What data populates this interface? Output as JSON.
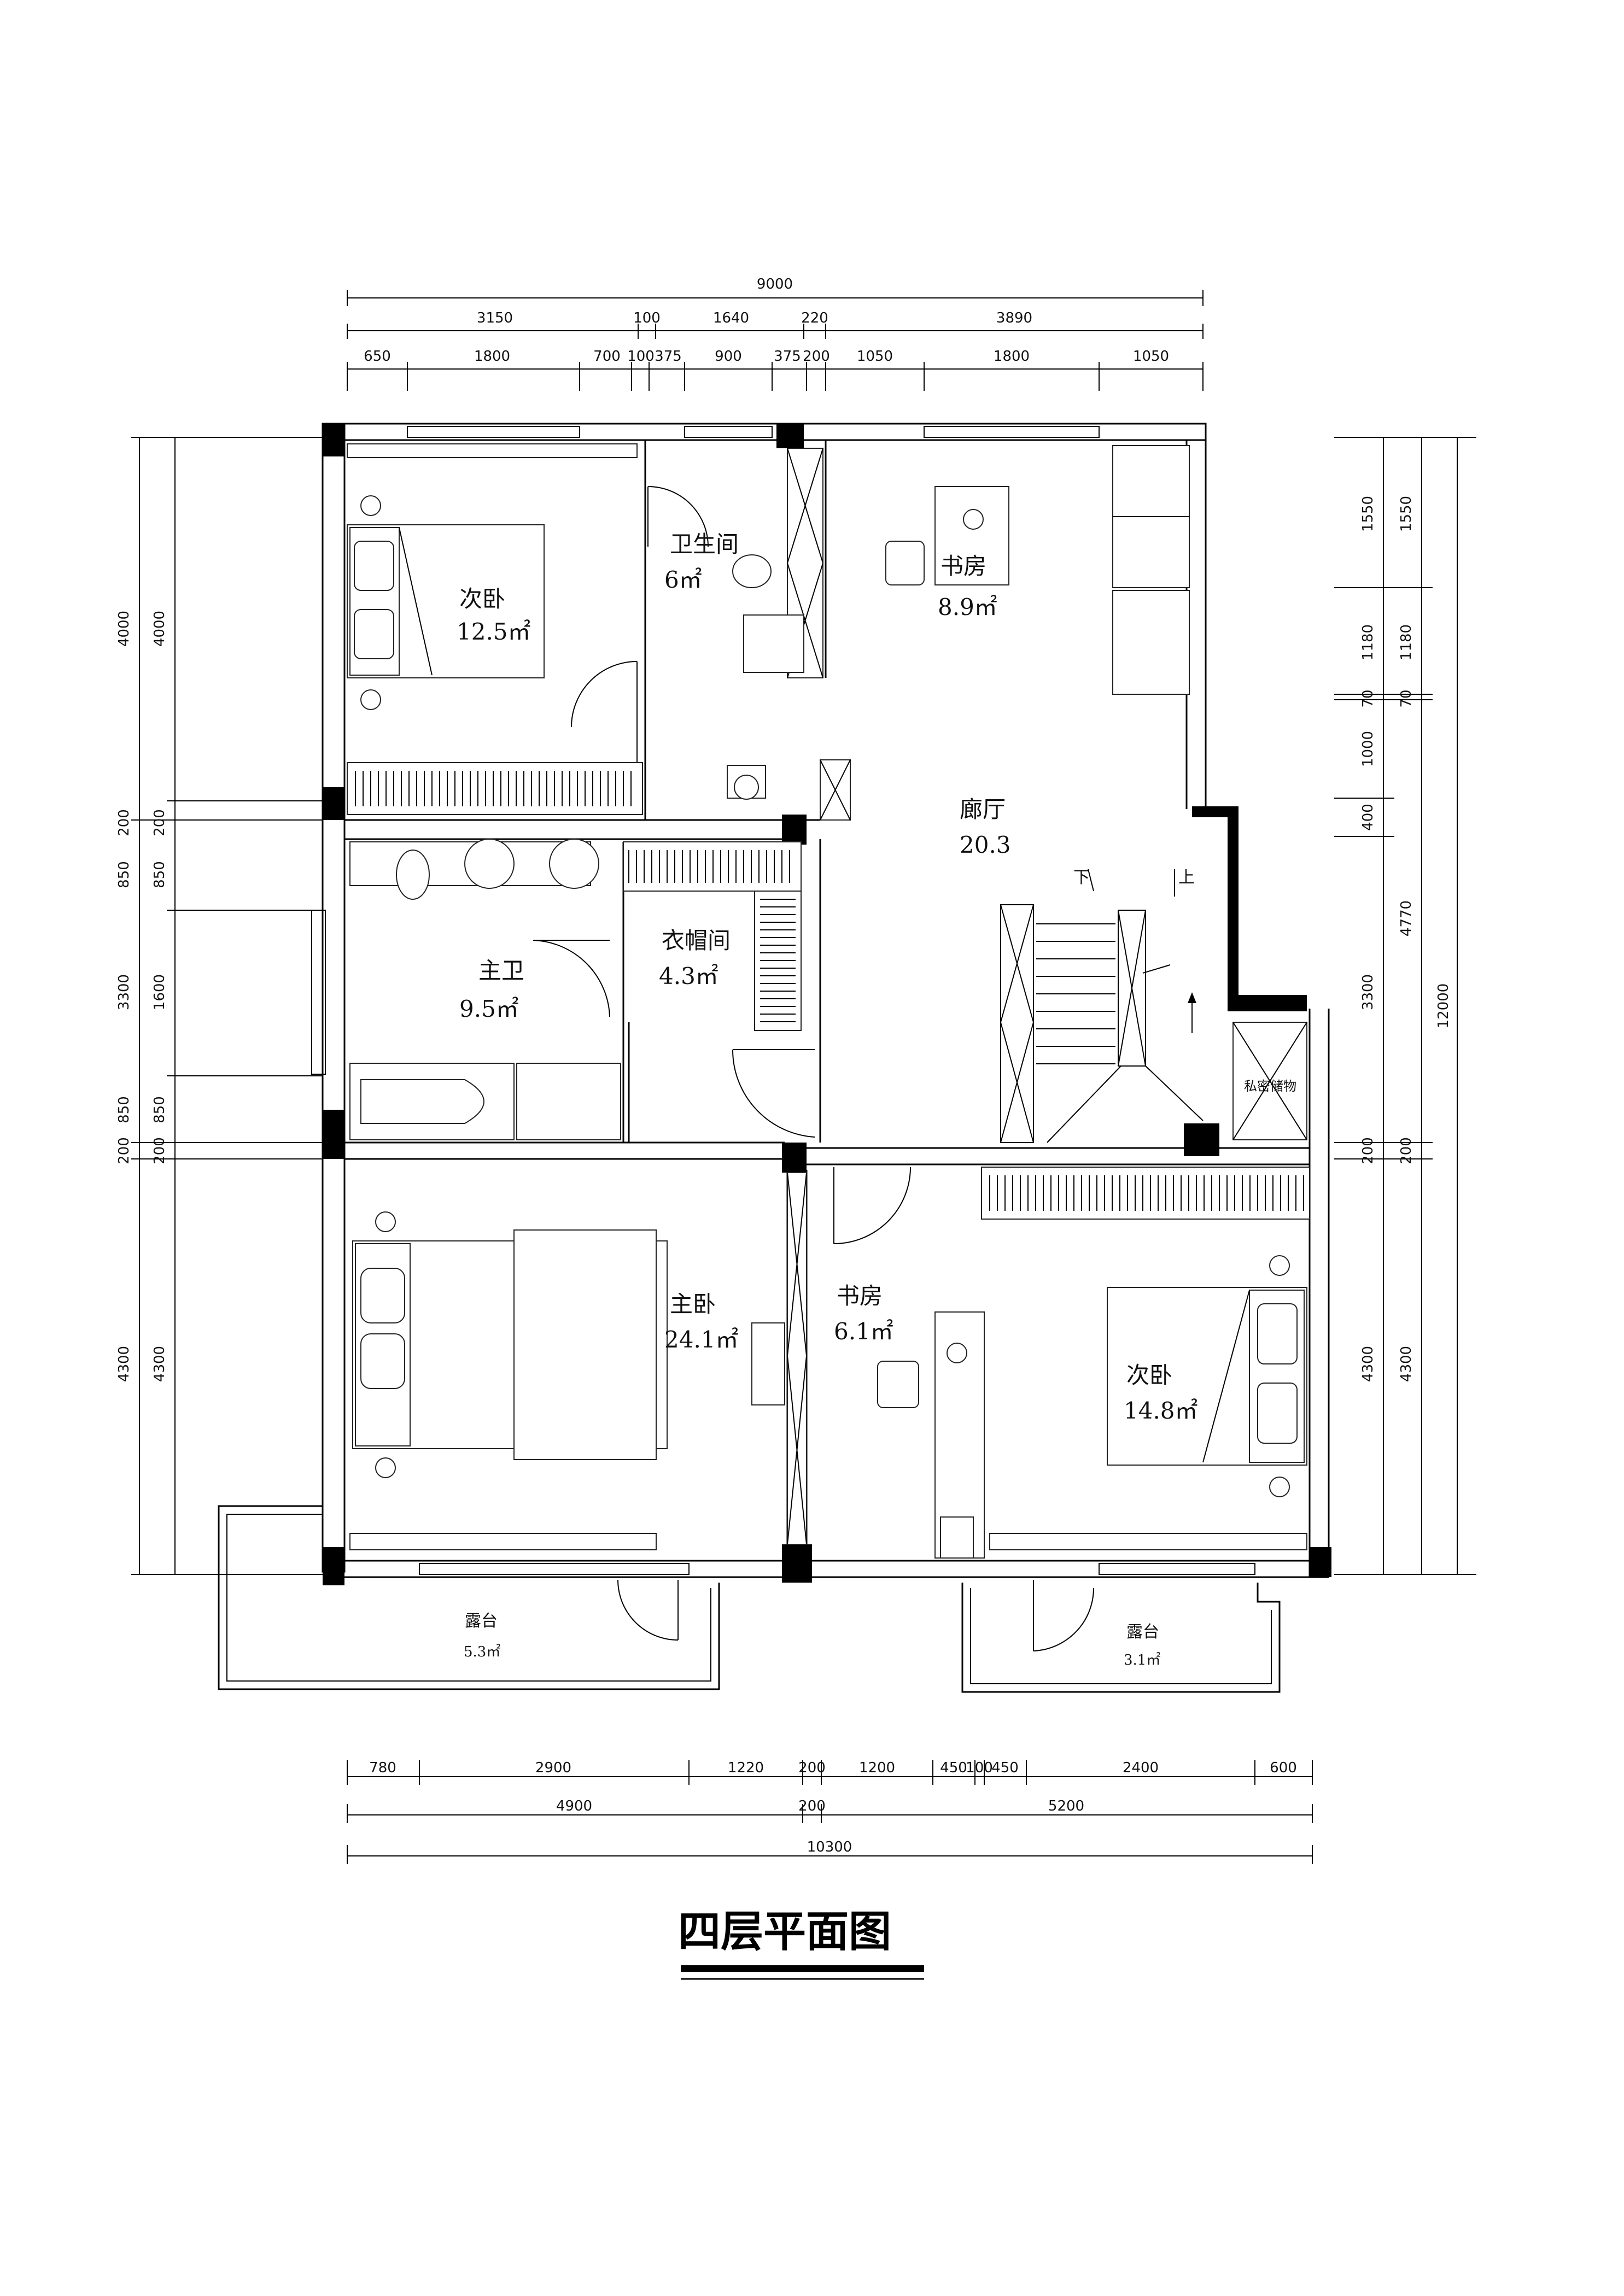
{
  "title": "四层平面图",
  "dimensions": {
    "top_total": "9000",
    "top_mid": [
      "3150",
      "100",
      "1640",
      "220",
      "3890"
    ],
    "top_detail": [
      "650",
      "1800",
      "700",
      "100",
      "375",
      "900",
      "375",
      "200",
      "1050",
      "1800",
      "1050"
    ],
    "bottom_detail": [
      "780",
      "2900",
      "1220",
      "200",
      "1200",
      "450",
      "100",
      "450",
      "2400",
      "600"
    ],
    "bottom_mid": [
      "4900",
      "200",
      "5200"
    ],
    "bottom_total": "10300",
    "left_outer": [
      "4000",
      "200",
      "850",
      "3300",
      "850",
      "200",
      "4300"
    ],
    "left_inner": [
      "4000",
      "200",
      "850",
      "1600",
      "850",
      "200",
      "4300"
    ],
    "right_inner": [
      "1550",
      "1180",
      "70",
      "1000",
      "400",
      "3300",
      "200",
      "4300"
    ],
    "right_mid": [
      "1550",
      "1180",
      "70",
      "4770",
      "200",
      "4300"
    ],
    "right_total": "12000"
  },
  "rooms": {
    "bedroom_nw": {
      "name": "次卧",
      "area": "12.5㎡"
    },
    "bathroom": {
      "name": "卫生间",
      "area": "6㎡"
    },
    "study_n": {
      "name": "书房",
      "area": "8.9㎡"
    },
    "hall": {
      "name": "廊厅",
      "area": "20.3"
    },
    "cloakroom": {
      "name": "衣帽间",
      "area": "4.3㎡"
    },
    "master_bath": {
      "name": "主卫",
      "area": "9.5㎡"
    },
    "storage": {
      "name": "私密储物"
    },
    "master_bedroom": {
      "name": "主卧",
      "area": "24.1㎡"
    },
    "study_s": {
      "name": "书房",
      "area": "6.1㎡"
    },
    "bedroom_se": {
      "name": "次卧",
      "area": "14.8㎡"
    },
    "terrace_w": {
      "name": "露台",
      "area": "5.3㎡"
    },
    "terrace_e": {
      "name": "露台",
      "area": "3.1㎡"
    }
  },
  "stairs": {
    "down": "下",
    "up": "上"
  }
}
